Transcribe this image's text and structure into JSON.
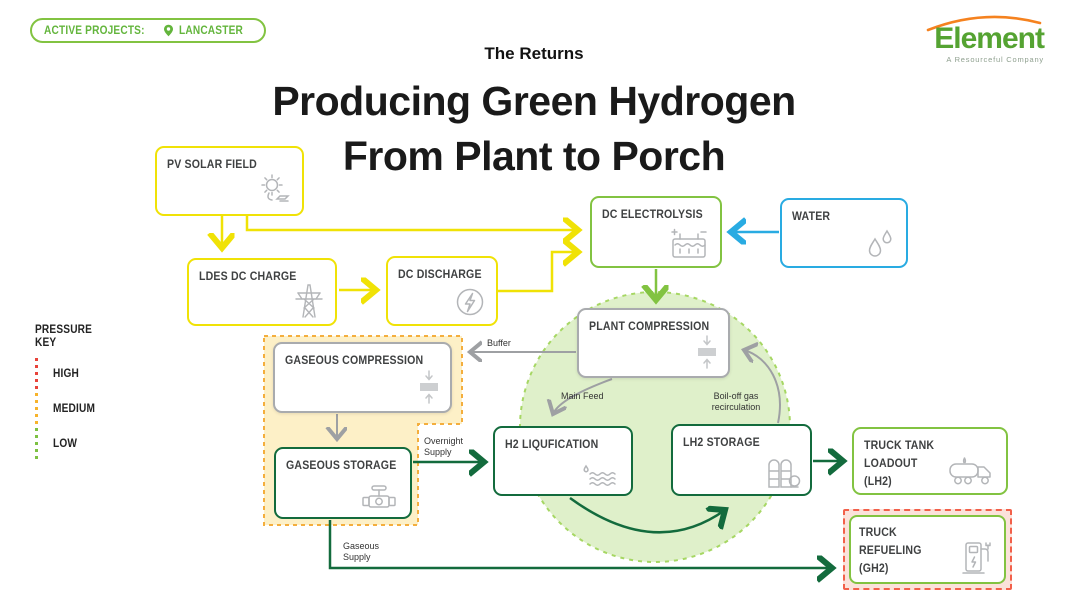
{
  "badge": {
    "label": "ACTIVE PROJECTS:",
    "location": "LANCASTER"
  },
  "logo": {
    "name": "Element",
    "tagline": "A Resourceful Company"
  },
  "header": {
    "kicker": "The Returns",
    "title_line1": "Producing Green Hydrogen",
    "title_line2": "From Plant to Porch"
  },
  "pressure_key": {
    "title_line1": "PRESSURE",
    "title_line2": "KEY",
    "high": "HIGH",
    "medium": "MEDIUM",
    "low": "LOW"
  },
  "nodes": {
    "pv_solar_field": {
      "label": "PV SOLAR FIELD"
    },
    "ldes_dc_charge": {
      "label": "LDES DC CHARGE"
    },
    "dc_discharge": {
      "label": "DC DISCHARGE"
    },
    "dc_electrolysis": {
      "label": "DC ELECTROLYSIS"
    },
    "water": {
      "label": "WATER"
    },
    "plant_compression": {
      "label": "PLANT COMPRESSION"
    },
    "gaseous_compression": {
      "label": "GASEOUS COMPRESSION"
    },
    "gaseous_storage": {
      "label": "GASEOUS STORAGE"
    },
    "h2_liqufication": {
      "label": "H2 LIQUFICATION"
    },
    "lh2_storage": {
      "label": "LH2 STORAGE"
    },
    "truck_tank_loadout": {
      "label_line1": "TRUCK TANK",
      "label_line2": "LOADOUT",
      "label_line3": "(LH2)"
    },
    "truck_refueling": {
      "label_line1": "TRUCK",
      "label_line2": "REFUELING",
      "label_line3": "(GH2)"
    }
  },
  "flow_labels": {
    "buffer": "Buffer",
    "main_feed": "Main Feed",
    "boil_off_line1": "Boil-off gas",
    "boil_off_line2": "recirculation",
    "overnight_line1": "Overnight",
    "overnight_line2": "Supply",
    "gaseous_line1": "Gaseous",
    "gaseous_line2": "Supply"
  },
  "icon_names": {
    "badge": "location-pin-icon",
    "pv_solar_field": "sun-solar-panel-icon",
    "ldes_dc_charge": "transmission-tower-icon",
    "dc_discharge": "lightning-circle-icon",
    "dc_electrolysis": "electrolyzer-cell-icon",
    "water": "water-drops-icon",
    "plant_compression": "compressor-icon",
    "gaseous_compression": "compressor-icon",
    "gaseous_storage": "pipeline-valve-icon",
    "h2_liqufication": "liquid-waves-icon",
    "lh2_storage": "storage-tanks-icon",
    "truck_tank_loadout": "tanker-truck-icon",
    "truck_refueling": "fuel-pump-icon"
  },
  "colors": {
    "flow_yellow": "#F0E206",
    "light_green": "#82C341",
    "dark_green": "#136B3D",
    "water_blue": "#29ABE2",
    "neutral_gray": "#9EA0A3",
    "pressure_high": "#E8433A",
    "pressure_medium": "#F7B32B",
    "pressure_low": "#7DC142"
  }
}
